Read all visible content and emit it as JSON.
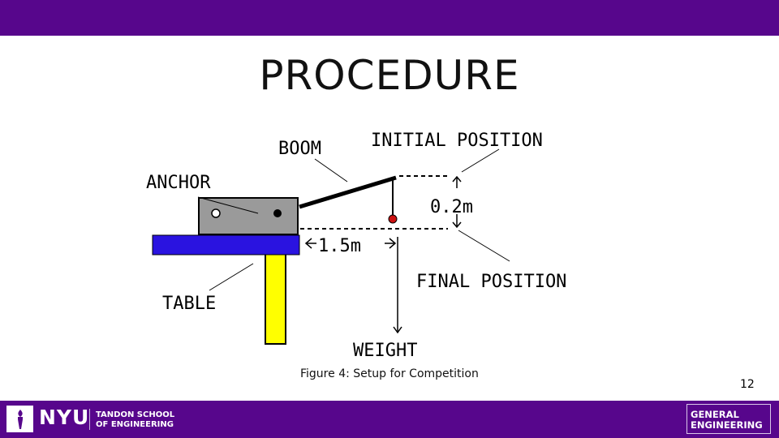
{
  "slide": {
    "title": "PROCEDURE",
    "caption": "Figure 4: Setup for Competition",
    "page_number": "12"
  },
  "diagram": {
    "labels": {
      "boom": "BOOM",
      "initial_position": "INITIAL POSITION",
      "anchor": "ANCHOR",
      "height": "0.2m",
      "distance": "1.5m",
      "final_position": "FINAL POSITION",
      "table": "TABLE",
      "weight": "WEIGHT"
    },
    "colors": {
      "table_top": "#2a13e0",
      "table_leg": "#ffff00",
      "anchor_block": "#9a9a9a",
      "weight_ball": "#cc1111"
    }
  },
  "footer": {
    "logo_text": "NYU",
    "school_line1": "TANDON SCHOOL",
    "school_line2": "OF ENGINEERING",
    "ge_line1": "GENERAL",
    "ge_line2": "ENGINEERING",
    "logo_icon": "torch-icon",
    "brand_color": "#57068c"
  }
}
